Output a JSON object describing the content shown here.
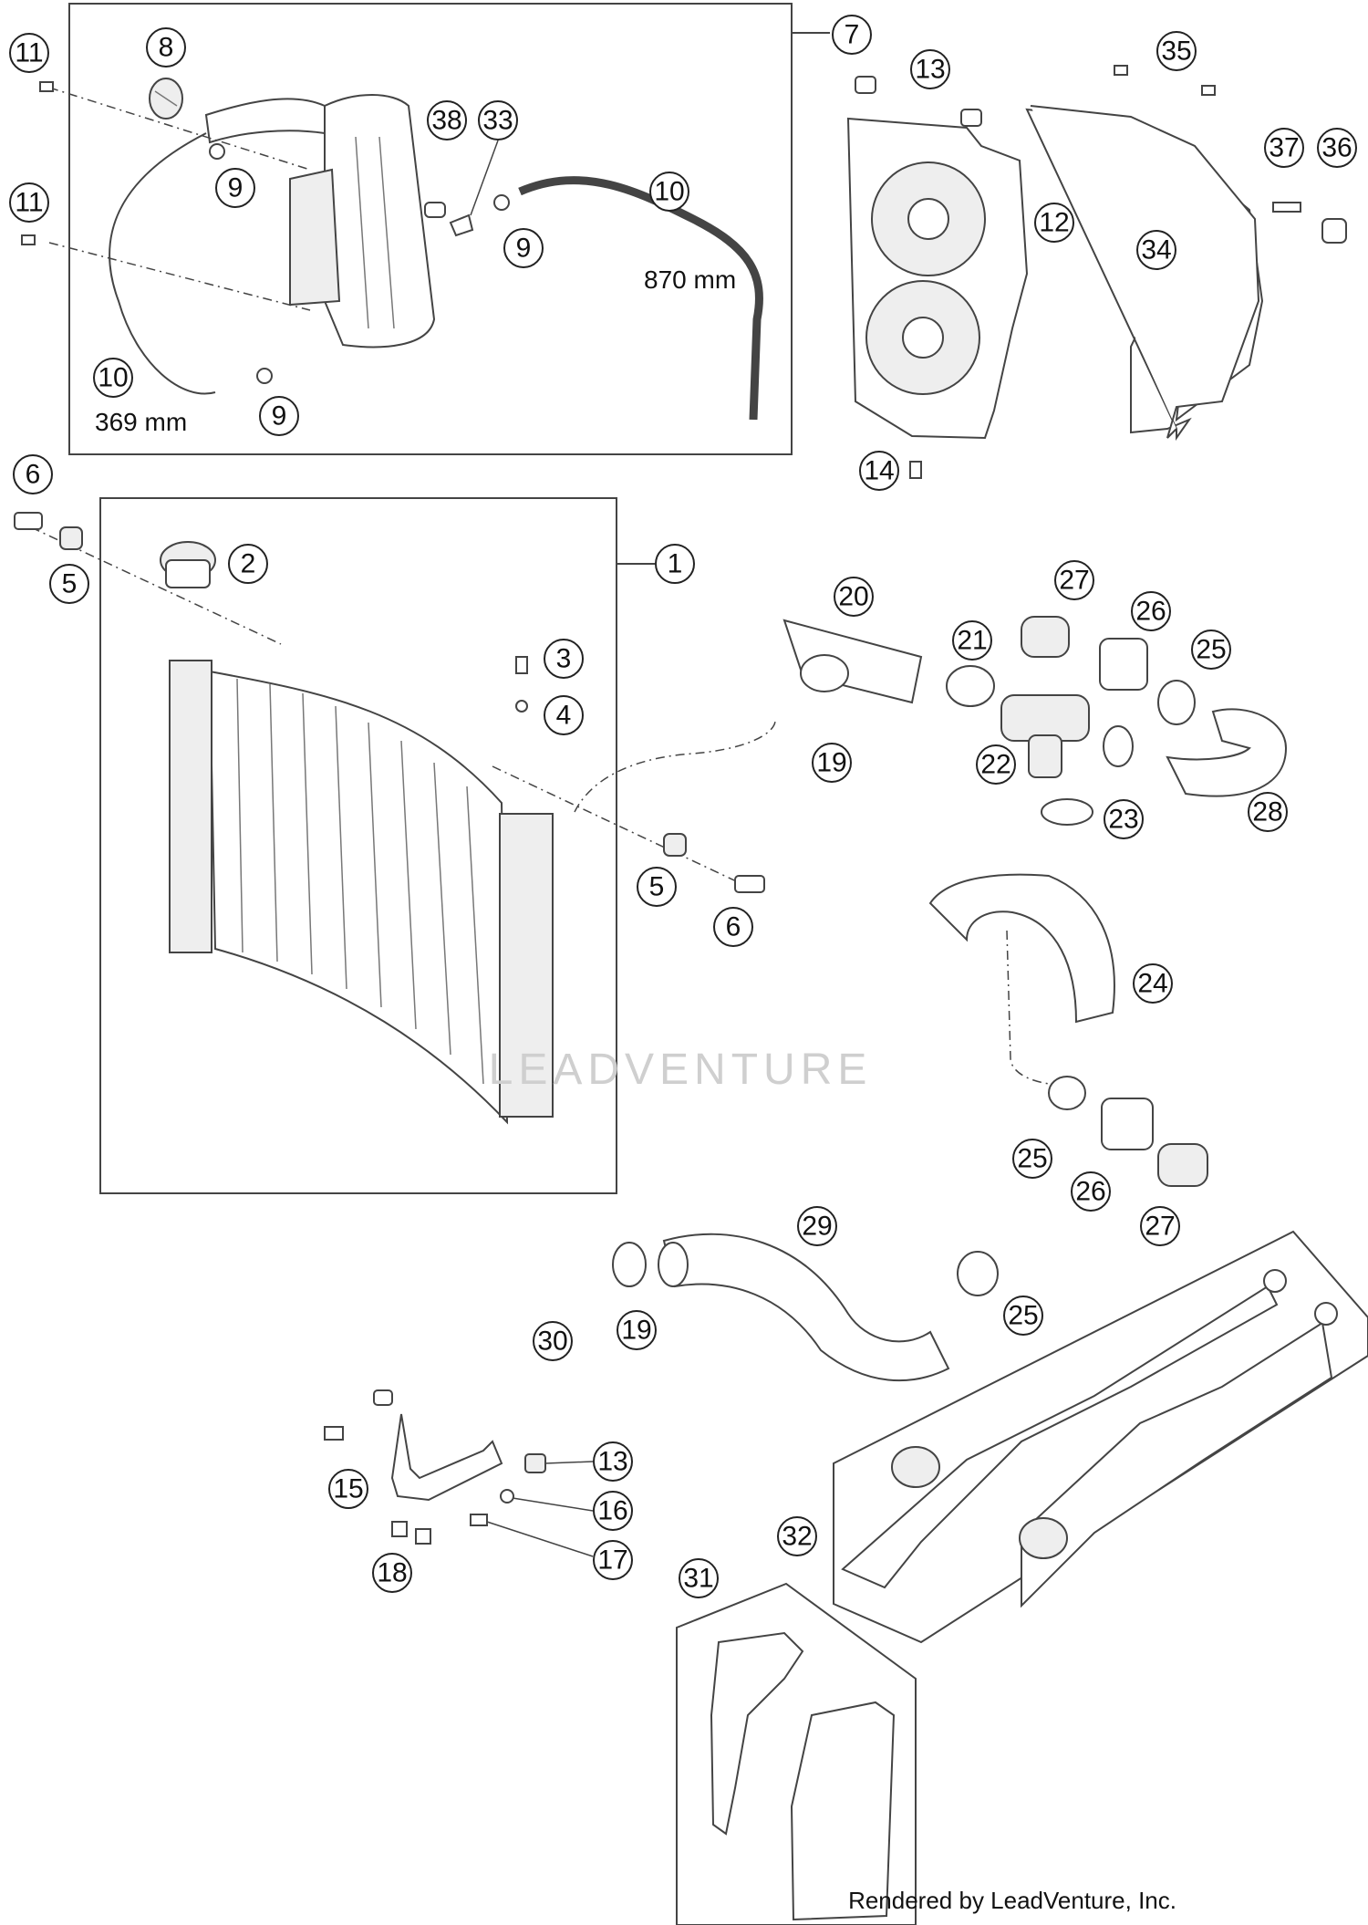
{
  "diagram": {
    "measurements": {
      "hose_10_upper_length": "870 mm",
      "hose_10_lower_length": "369 mm"
    },
    "watermark": "LEADVENTURE",
    "credit": "Rendered by LeadVenture, Inc.",
    "callouts": [
      "1",
      "2",
      "3",
      "4",
      "5",
      "5",
      "6",
      "6",
      "7",
      "8",
      "9",
      "9",
      "9",
      "10",
      "10",
      "11",
      "11",
      "12",
      "13",
      "13",
      "14",
      "15",
      "16",
      "17",
      "18",
      "19",
      "19",
      "20",
      "21",
      "22",
      "23",
      "24",
      "25",
      "25",
      "25",
      "26",
      "26",
      "27",
      "27",
      "28",
      "29",
      "30",
      "31",
      "32",
      "33",
      "34",
      "35",
      "36",
      "37",
      "38"
    ]
  }
}
